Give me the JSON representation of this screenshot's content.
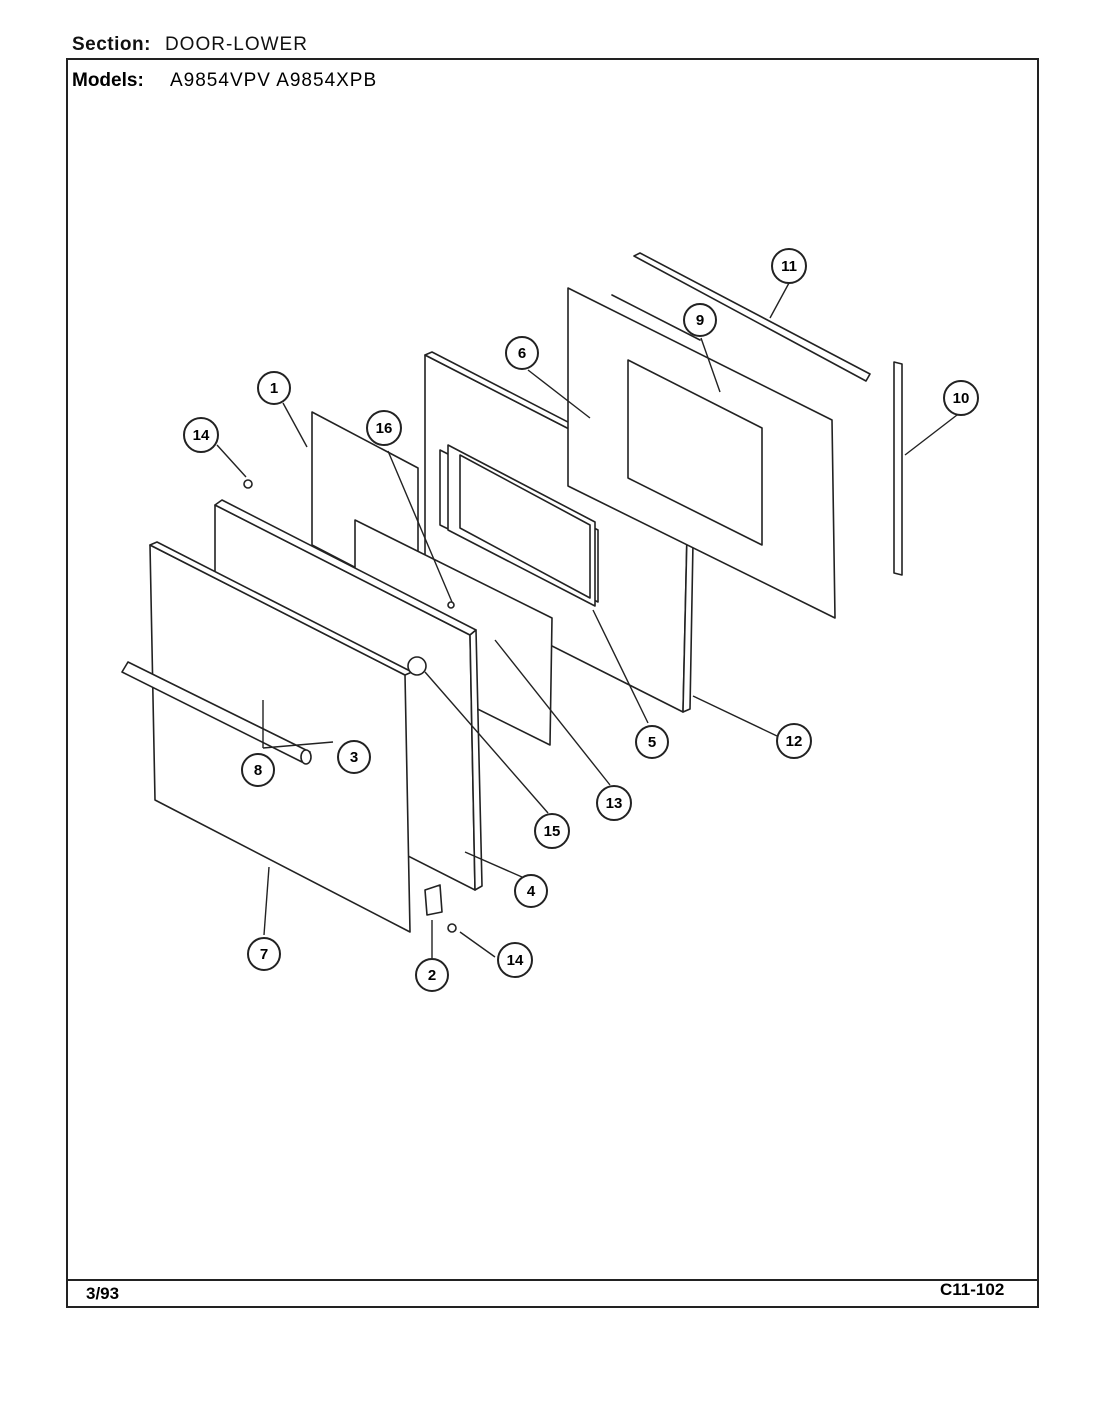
{
  "header": {
    "section_label": "Section:",
    "section_value": "DOOR-LOWER",
    "models_label": "Models:",
    "models_value": "A9854VPV  A9854XPB"
  },
  "footer": {
    "date": "3/93",
    "page_id": "C11-102"
  },
  "callouts": [
    "1",
    "2",
    "3",
    "4",
    "5",
    "6",
    "7",
    "8",
    "9",
    "10",
    "11",
    "12",
    "13",
    "14",
    "14",
    "15",
    "16"
  ]
}
